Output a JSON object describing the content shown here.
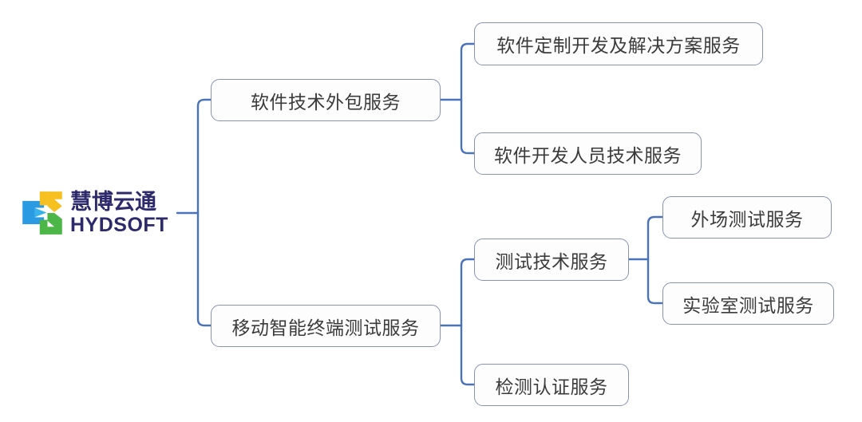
{
  "diagram": {
    "type": "tree-mindmap",
    "orientation": "left-to-right",
    "connector_color": "#4a72b8",
    "node_border_color": "#8792ad",
    "node_fill_color": "#fdfdfe",
    "node_text_color": "#3b3b3b",
    "background_color": "#ffffff"
  },
  "logo": {
    "name_cn": "慧博云通",
    "name_en": "HYDSOFT",
    "text_color": "#2c2a6b",
    "mark_colors": {
      "blue": "#2a9ae3",
      "yellow": "#f5c020",
      "green": "#4cb648",
      "light_blue": "#36b3ea"
    }
  },
  "nodes": {
    "branch1": {
      "label": "软件技术外包服务",
      "children": [
        {
          "label": "软件定制开发及解决方案服务"
        },
        {
          "label": "软件开发人员技术服务"
        }
      ]
    },
    "branch2": {
      "label": "移动智能终端测试服务",
      "children": [
        {
          "label": "测试技术服务",
          "children": [
            {
              "label": "外场测试服务"
            },
            {
              "label": "实验室测试服务"
            }
          ]
        },
        {
          "label": "检测认证服务"
        }
      ]
    }
  }
}
